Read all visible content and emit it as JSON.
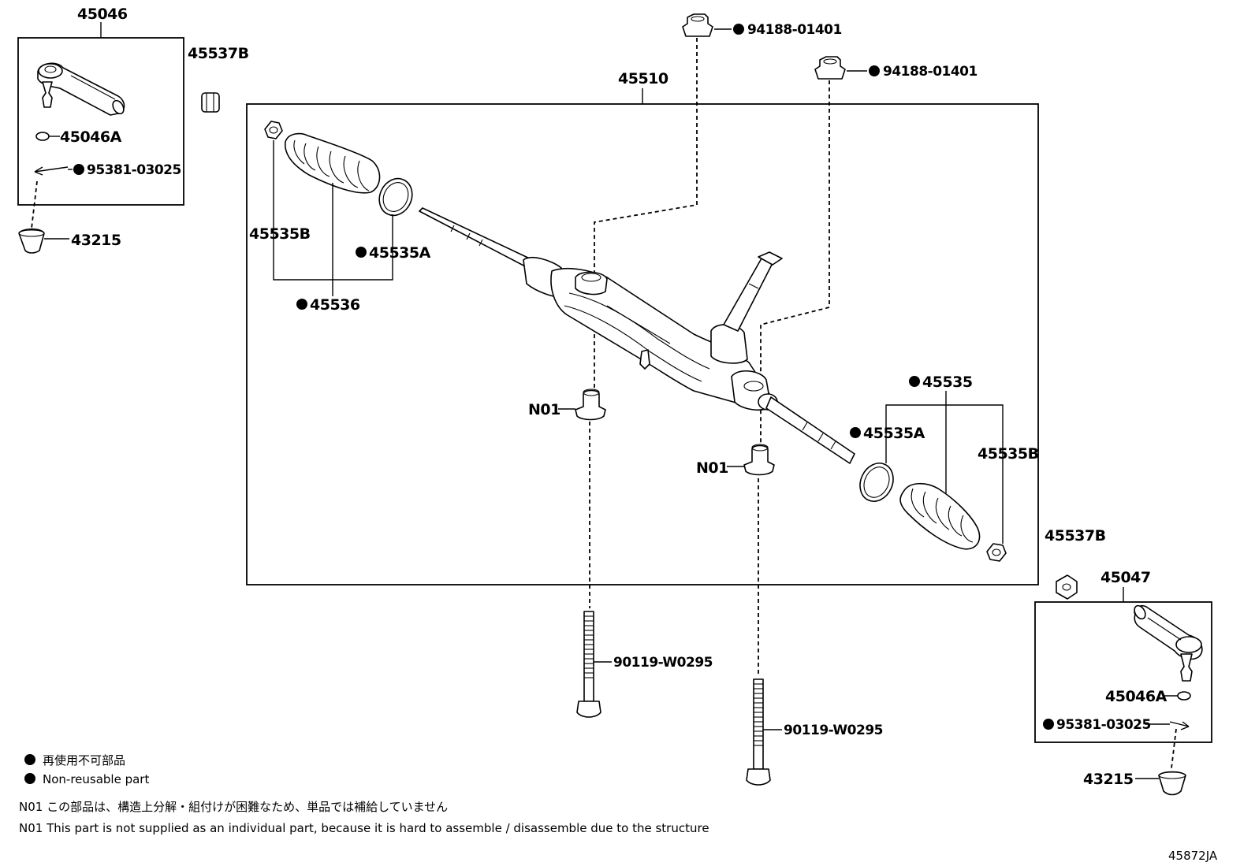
{
  "diagram_id": "45872JA",
  "parts": {
    "tie_rod_end_lh": "45046",
    "tie_rod_end_rh": "45047",
    "lock_nut_left": "45537B",
    "lock_nut_right": "45537B",
    "dust_cover_left": "45046A",
    "dust_cover_right": "45046A",
    "cotter_pin_left": "95381-03025",
    "cotter_pin_right": "95381-03025",
    "grease_cap_left": "43215",
    "grease_cap_right": "43215",
    "rack_assembly": "45510",
    "boot_kit_left": "45536",
    "boot_clip_left": "45535B",
    "boot_band_left": "45535A",
    "boot_kit_right": "45535",
    "boot_band_right": "45535A",
    "boot_clip_right": "45535B",
    "nut_top_left": "94188-01401",
    "nut_top_right": "94188-01401",
    "bushing_left": "N01",
    "bushing_right": "N01",
    "bolt_left": "90119-W0295",
    "bolt_right": "90119-W0295"
  },
  "legend": {
    "marker": "●",
    "jp": "再使用不可部品",
    "en": "Non-reusable part"
  },
  "notes": {
    "jp": "N01 この部品は、構造上分解・組付けが困難なため、単品では補給していません",
    "en": "N01 This part is not supplied as an individual part, because it is hard to assemble / disassemble due to the structure"
  },
  "colors": {
    "line": "#000000",
    "background": "#ffffff"
  }
}
